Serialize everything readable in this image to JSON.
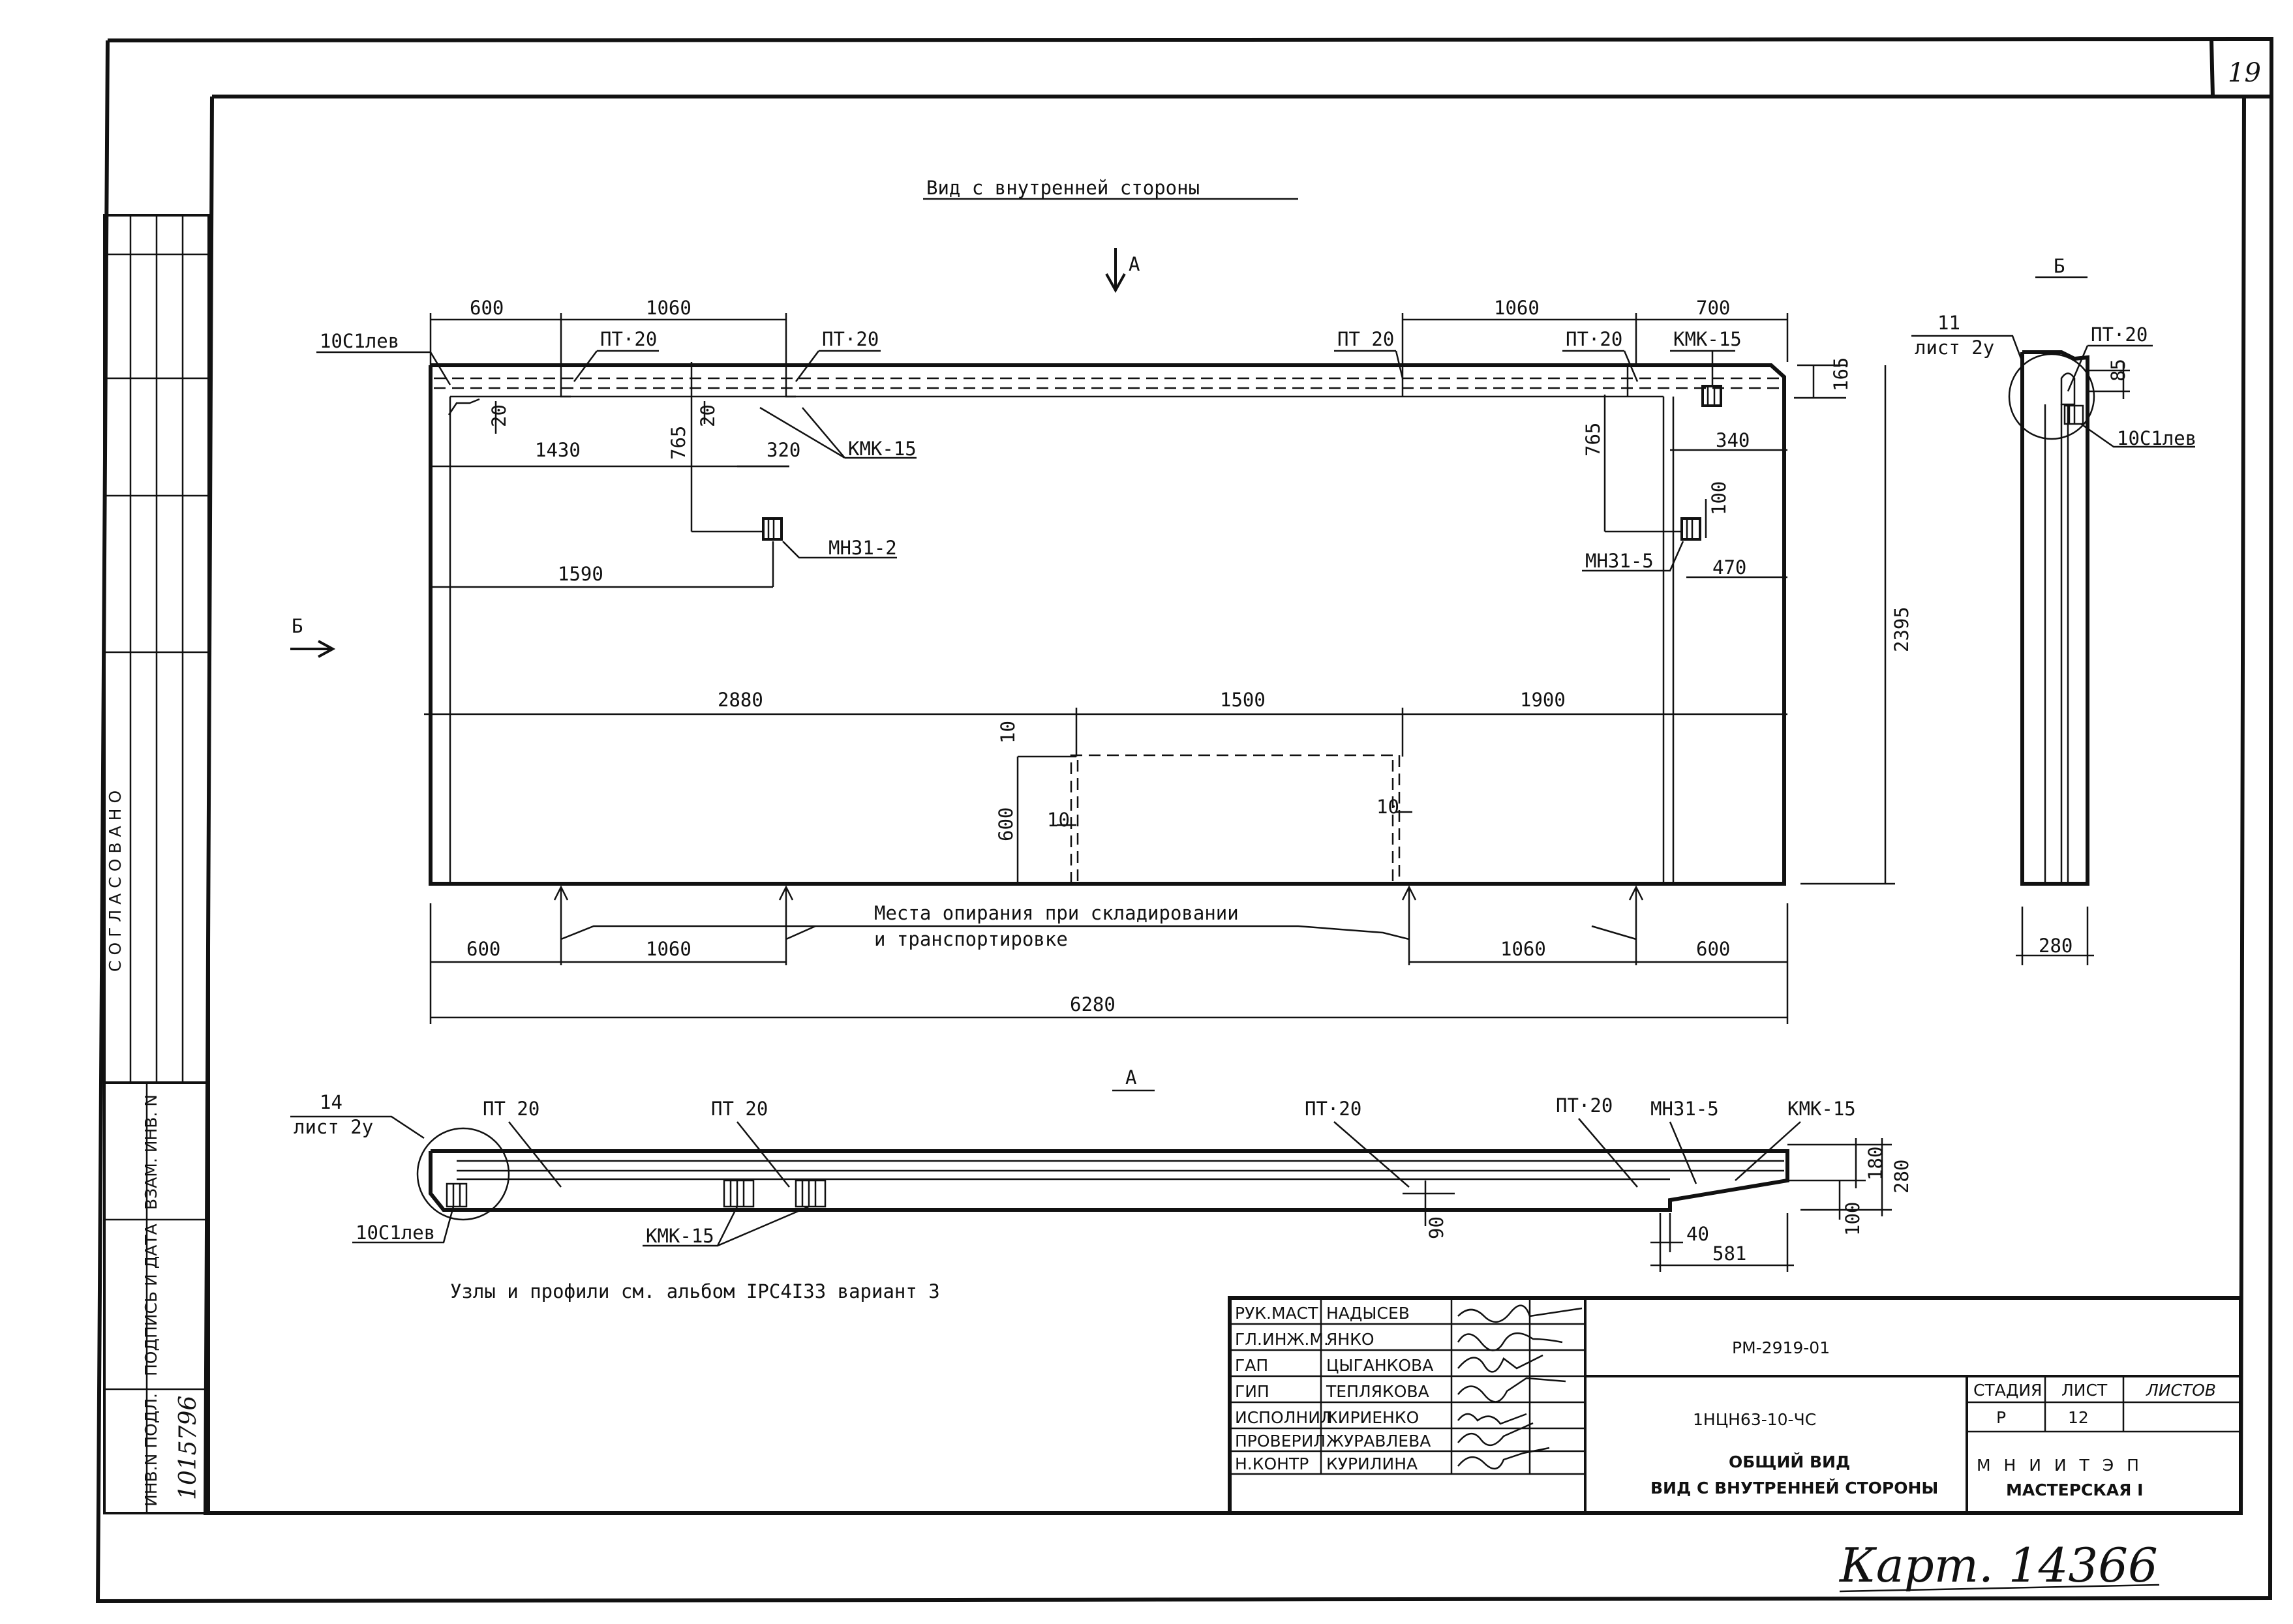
{
  "sheet_number": "19",
  "main_view": {
    "title": "Вид с внутренней стороны",
    "section_a_mark": "А",
    "section_b_mark": "Б",
    "top_dims": [
      "600",
      "1060",
      "1060",
      "700"
    ],
    "labels": {
      "pt20_a": "ПТ·20",
      "pt20_b": "ПТ·20",
      "pt20_c": "ПТ 20",
      "pt20_d": "ПТ·20",
      "kmk_top": "КМК-15",
      "kmk_mid": "КМК-15",
      "loop_left": "10С1лев",
      "mn_left": "МН31-2",
      "mn_right": "МН31-5"
    },
    "inner_dims": {
      "d20a": "20",
      "d20b": "20",
      "d765a": "765",
      "d765b": "765",
      "d1430": "1430",
      "d320": "320",
      "d1590": "1590",
      "d165": "165",
      "d340": "340",
      "d100": "100",
      "d470": "470",
      "d2395": "2395",
      "d2880": "2880",
      "d1500": "1500",
      "d1900": "1900",
      "d10a": "10",
      "d10b": "10",
      "d10c": "10",
      "d600": "600"
    },
    "support_note_1": "Места опирания при складировании",
    "support_note_2": "и транспортировке",
    "bottom_dims": [
      "600",
      "1060",
      "1060",
      "600"
    ],
    "overall_length": "6280"
  },
  "side_view": {
    "mark": "Б",
    "callout_1": "11",
    "callout_2": "лист 2у",
    "pt20": "ПТ·20",
    "d85": "85",
    "loop": "10С1лев",
    "width": "280"
  },
  "plan_view": {
    "mark": "А",
    "callout_1": "14",
    "callout_2": "лист 2у",
    "pt20_1": "ПТ 20",
    "pt20_2": "ПТ 20",
    "pt20_3": "ПТ·20",
    "pt20_4": "ПТ·20",
    "mn": "МН31-5",
    "kmk_right": "КМК-15",
    "kmk_bottom": "КМК-15",
    "loop": "10С1лев",
    "d180": "180",
    "d280": "280",
    "d90": "90",
    "d100": "100",
    "d40": "40",
    "d581": "581"
  },
  "note": "Узлы и профили см. альбом IРС4IЗЗ вариант 3",
  "left_stamp": {
    "agreed": "СОГЛАСОВАНО",
    "col_inv_replaced": "ВЗАМ. ИНВ. N",
    "col_sign_date": "ПОДПИСЬ И ДАТА",
    "col_inv_orig": "ИНВ.N ПОДЛ.",
    "inv_number": "1015796"
  },
  "title_block": {
    "roles": [
      "РУК.МАСТ",
      "ГЛ.ИНЖ.М.",
      "ГАП",
      "ГИП",
      "ИСПОЛНИЛ",
      "ПРОВЕРИЛ",
      "Н.КОНТР"
    ],
    "names": [
      "НАДЫСЕВ",
      "ЯНКО",
      "ЦЫГАНКОВА",
      "ТЕПЛЯКОВА",
      "КИРИЕНКО",
      "ЖУРАВЛЕВА",
      "КУРИЛИНА"
    ],
    "doc_code": "РМ-2919-01",
    "product_code": "1НЦН63-10-ЧС",
    "desc_1": "ОБЩИЙ ВИД",
    "desc_2": "ВИД С ВНУТРЕННЕЙ СТОРОНЫ",
    "stage_label": "СТАДИЯ",
    "sheet_label": "ЛИСТ",
    "sheets_label": "ЛИСТОВ",
    "stage": "Р",
    "sheet": "12",
    "org": "М Н И И Т Э П",
    "workshop": "МАСТЕРСКАЯ I"
  },
  "handwritten": "Карт. 14366"
}
